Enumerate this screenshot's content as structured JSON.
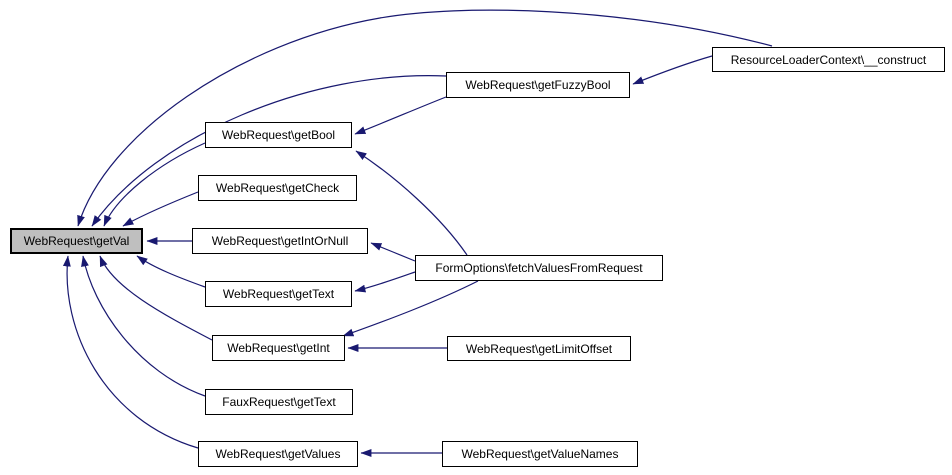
{
  "graph": {
    "type": "caller-graph",
    "colors": {
      "edge": "#191970",
      "node_border": "#000000",
      "node_fill": "#ffffff",
      "highlighted_node_fill": "#bfbfbf",
      "text": "#000000",
      "background": "#ffffff"
    },
    "nodes": {
      "get_val": {
        "label": "WebRequest\\getVal",
        "highlighted": true
      },
      "get_fuzzy_bool": {
        "label": "WebRequest\\getFuzzyBool",
        "highlighted": false
      },
      "rlc_construct": {
        "label": "ResourceLoaderContext\\__construct",
        "highlighted": false
      },
      "get_bool": {
        "label": "WebRequest\\getBool",
        "highlighted": false
      },
      "get_check": {
        "label": "WebRequest\\getCheck",
        "highlighted": false
      },
      "get_int_or_null": {
        "label": "WebRequest\\getIntOrNull",
        "highlighted": false
      },
      "get_text": {
        "label": "WebRequest\\getText",
        "highlighted": false
      },
      "fetch_values": {
        "label": "FormOptions\\fetchValuesFromRequest",
        "highlighted": false
      },
      "get_int": {
        "label": "WebRequest\\getInt",
        "highlighted": false
      },
      "get_limit_offset": {
        "label": "WebRequest\\getLimitOffset",
        "highlighted": false
      },
      "faux_get_text": {
        "label": "FauxRequest\\getText",
        "highlighted": false
      },
      "get_values": {
        "label": "WebRequest\\getValues",
        "highlighted": false
      },
      "get_value_names": {
        "label": "WebRequest\\getValueNames",
        "highlighted": false
      }
    },
    "edges": [
      {
        "from": "ResourceLoaderContext\\__construct",
        "to": "WebRequest\\getVal"
      },
      {
        "from": "ResourceLoaderContext\\__construct",
        "to": "WebRequest\\getFuzzyBool"
      },
      {
        "from": "WebRequest\\getFuzzyBool",
        "to": "WebRequest\\getVal"
      },
      {
        "from": "WebRequest\\getFuzzyBool",
        "to": "WebRequest\\getBool"
      },
      {
        "from": "WebRequest\\getBool",
        "to": "WebRequest\\getVal"
      },
      {
        "from": "WebRequest\\getCheck",
        "to": "WebRequest\\getVal"
      },
      {
        "from": "WebRequest\\getIntOrNull",
        "to": "WebRequest\\getVal"
      },
      {
        "from": "WebRequest\\getText",
        "to": "WebRequest\\getVal"
      },
      {
        "from": "WebRequest\\getInt",
        "to": "WebRequest\\getVal"
      },
      {
        "from": "FauxRequest\\getText",
        "to": "WebRequest\\getVal"
      },
      {
        "from": "WebRequest\\getValues",
        "to": "WebRequest\\getVal"
      },
      {
        "from": "FormOptions\\fetchValuesFromRequest",
        "to": "WebRequest\\getBool"
      },
      {
        "from": "FormOptions\\fetchValuesFromRequest",
        "to": "WebRequest\\getIntOrNull"
      },
      {
        "from": "FormOptions\\fetchValuesFromRequest",
        "to": "WebRequest\\getText"
      },
      {
        "from": "FormOptions\\fetchValuesFromRequest",
        "to": "WebRequest\\getInt"
      },
      {
        "from": "WebRequest\\getLimitOffset",
        "to": "WebRequest\\getInt"
      },
      {
        "from": "WebRequest\\getValueNames",
        "to": "WebRequest\\getValues"
      }
    ]
  }
}
